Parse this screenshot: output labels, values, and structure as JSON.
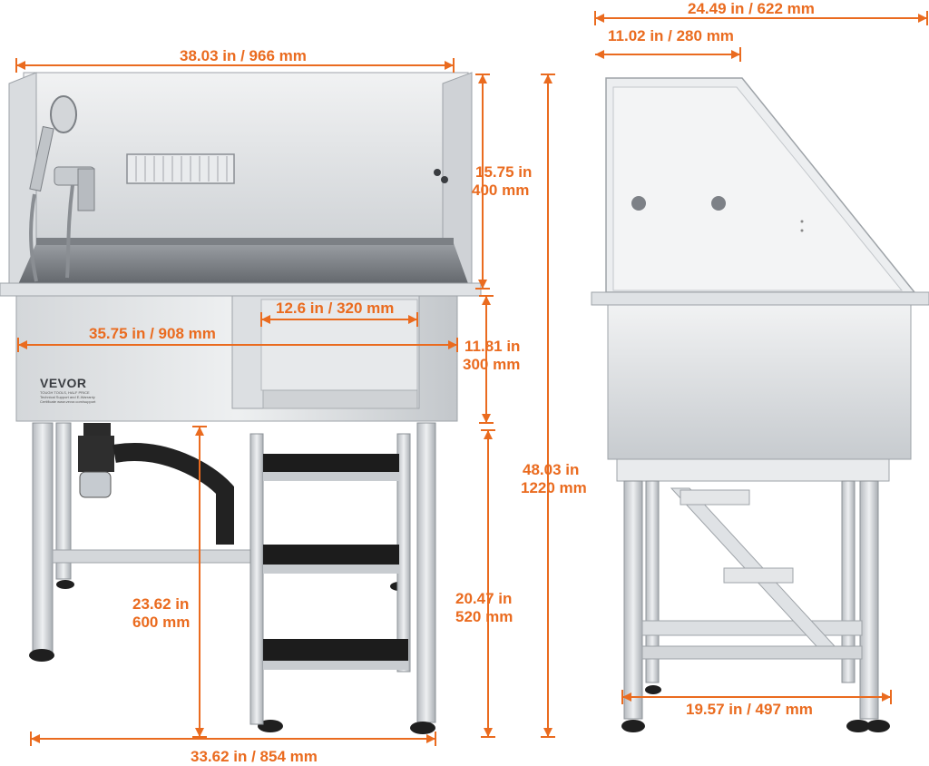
{
  "brand": {
    "logo": "VEVOR",
    "tagline": "TOUGH TOOLS, HALF PRICE",
    "support_line_1": "Technical Support and E-Warranty",
    "support_line_2": "Certificate www.vevor.com/support"
  },
  "dimensions": {
    "front_top_width": "38.03 in / 966 mm",
    "back_wall_height_in": "15.75 in",
    "back_wall_height_mm": "400 mm",
    "drawer_width": "12.6 in / 320 mm",
    "basin_width": "35.75 in / 908 mm",
    "basin_depth_in": "11.81 in",
    "basin_depth_mm": "300 mm",
    "overall_height_in": "48.03 in",
    "overall_height_mm": "1220 mm",
    "floor_to_basin_in": "23.62 in",
    "floor_to_basin_mm": "600 mm",
    "leg_height_in": "20.47 in",
    "leg_height_mm": "520 mm",
    "base_width": "33.62 in / 854 mm",
    "side_total_depth": "24.49 in / 622 mm",
    "side_top_depth": "11.02 in / 280 mm",
    "side_base_depth": "19.57 in / 497 mm"
  },
  "colors": {
    "accent": "#ea6b1f",
    "steel_light": "#e6e8ea",
    "steel_mid": "#c9cdd1",
    "steel_dark": "#8d9298",
    "rubber": "#1f1f1f"
  }
}
